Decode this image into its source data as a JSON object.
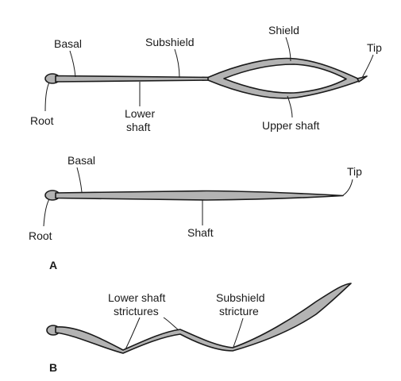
{
  "figure_a": {
    "panel_label": "A",
    "hair_1": {
      "basal": "Basal",
      "subshield": "Subshield",
      "shield": "Shield",
      "tip": "Tip",
      "root": "Root",
      "lower_shaft_line1": "Lower",
      "lower_shaft_line2": "shaft",
      "upper_shaft": "Upper shaft"
    },
    "hair_2": {
      "basal": "Basal",
      "tip": "Tip",
      "root": "Root",
      "shaft": "Shaft"
    }
  },
  "figure_b": {
    "panel_label": "B",
    "lower_shaft_strictures_line1": "Lower shaft",
    "lower_shaft_strictures_line2": "strictures",
    "subshield_stricture_line1": "Subshield",
    "subshield_stricture_line2": "stricture"
  },
  "colors": {
    "hair_fill": "#b3b3b3",
    "outline": "#1a1a1a"
  }
}
